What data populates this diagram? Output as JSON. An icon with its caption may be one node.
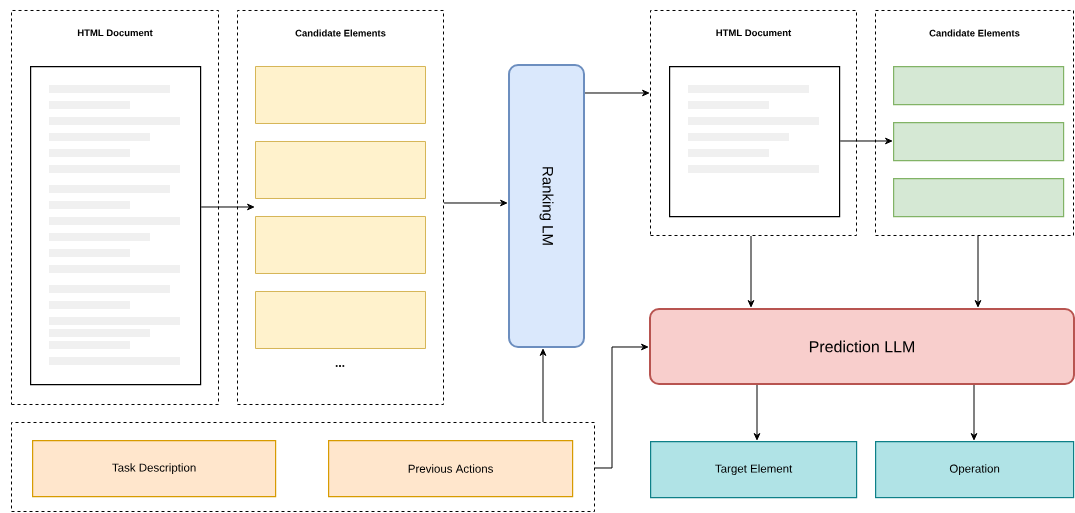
{
  "diagram": {
    "nodes": [
      {
        "text": [
          "HTML Document"
        ]
      },
      {
        "text": [],
        "shape": "picture",
        "in": 0
      },
      {
        "text": [
          "Candidate Elements"
        ]
      },
      {
        "text": [],
        "shape": "box",
        "in": 2
      },
      {
        "text": [],
        "shape": "box",
        "in": 2
      },
      {
        "text": [],
        "shape": "box",
        "in": 2
      },
      {
        "text": [],
        "shape": "box",
        "in": 2
      },
      {
        "text": [
          "Ranking LM"
        ]
      },
      {
        "text": [
          "HTML Document"
        ]
      },
      {
        "text": [],
        "shape": "picture",
        "in": 8
      },
      {
        "text": [
          "Candidate Elements"
        ]
      },
      {
        "text": [],
        "shape": "box",
        "in": 10
      },
      {
        "text": [],
        "shape": "box",
        "in": 10
      },
      {
        "text": [],
        "shape": "box",
        "in": 10
      },
      {
        "text": [
          "Prediction LLM"
        ]
      },
      {
        "text": [],
        "shape": "box"
      },
      {
        "text": [
          "Task Description"
        ],
        "in": 15
      },
      {
        "text": [
          "Previous Actions"
        ],
        "in": 15
      },
      {
        "text": [
          "Target Element"
        ]
      },
      {
        "text": [
          "Operation"
        ]
      }
    ],
    "edges": [
      {
        "from": 1,
        "to": 2,
        "arrow": "to"
      },
      {
        "from": 2,
        "to": 7,
        "arrow": "to"
      },
      {
        "from": 7,
        "to": 8,
        "arrow": "to"
      },
      {
        "from": 9,
        "to": 12,
        "arrow": "to"
      },
      {
        "from": 8,
        "to": 14,
        "arrow": "to"
      },
      {
        "from": 10,
        "to": 14,
        "arrow": "to"
      },
      {
        "from": 15,
        "to": 7,
        "arrow": "to"
      },
      {
        "from": 15,
        "to": 14,
        "arrow": "to"
      },
      {
        "from": 14,
        "to": 18,
        "arrow": "to"
      },
      {
        "from": 14,
        "to": 19,
        "arrow": "to"
      }
    ],
    "labels": [
      "..."
    ]
  }
}
